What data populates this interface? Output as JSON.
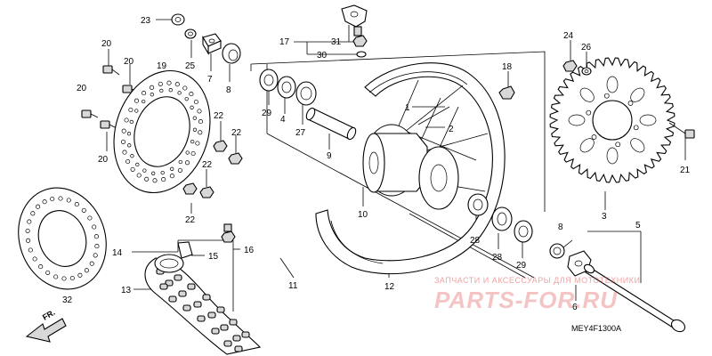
{
  "diagram": {
    "diagram_code": "MEY4F1300A",
    "direction_label": "FR.",
    "watermark": {
      "caption": "ЗАПЧАСТИ И АКСЕССУАРЫ ДЛЯ МОТОТЕХНИКИ",
      "brand": "PARTS-FOR.RU"
    },
    "callouts": [
      "1",
      "2",
      "3",
      "4",
      "5",
      "6",
      "7",
      "8",
      "9",
      "10",
      "11",
      "12",
      "13",
      "14",
      "15",
      "16",
      "17",
      "18",
      "19",
      "20",
      "21",
      "22",
      "23",
      "24",
      "25",
      "26",
      "27",
      "28",
      "29",
      "30",
      "31",
      "32"
    ]
  }
}
